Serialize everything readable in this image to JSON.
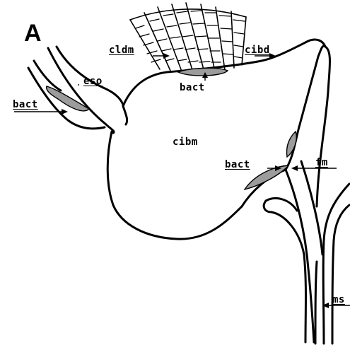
{
  "panel_letter": "A",
  "labels": {
    "cldm": "cldm",
    "cibd": "cibd",
    "eso": "eso",
    "bact_top": "bact",
    "bact_left": "bact",
    "cibm": "cibm",
    "bact_right": "bact",
    "fm": "fm",
    "ms": "ms"
  }
}
